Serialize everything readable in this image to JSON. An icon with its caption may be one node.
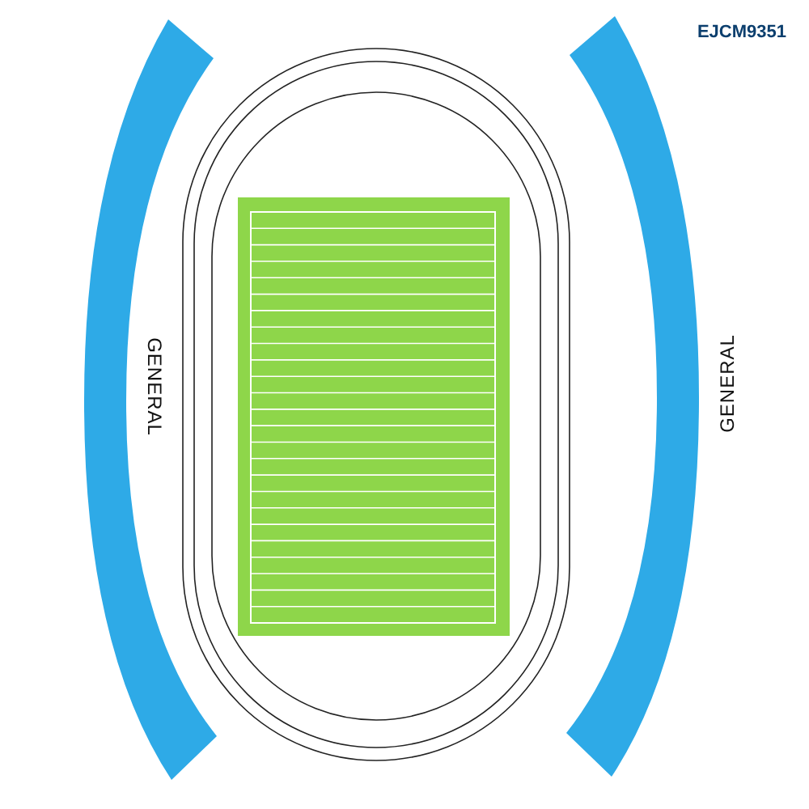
{
  "diagram": {
    "nodes": [
      {
        "text": [
          "GENERAL"
        ]
      },
      {
        "text": [
          "GENERAL"
        ]
      }
    ],
    "edges": [],
    "labels": [
      "EJCM9351"
    ]
  }
}
